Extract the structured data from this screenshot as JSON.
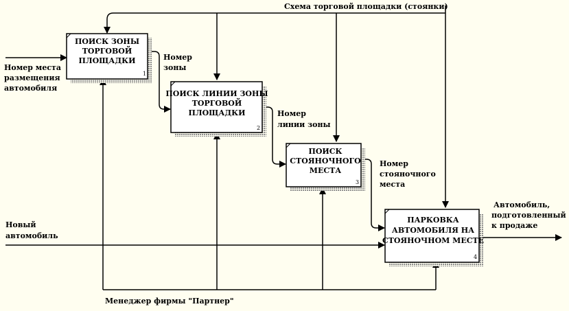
{
  "diagram": {
    "type": "IDEF0",
    "colors": {
      "background": "#fffef0",
      "box_fill": "#ffffff",
      "line": "#000000",
      "shadow": "#7a7a7a"
    },
    "boxes": [
      {
        "number": "1",
        "lines": [
          "ПОИСК ЗОНЫ",
          "ТОРГОВОЙ",
          "ПЛОЩАДКИ"
        ]
      },
      {
        "number": "2",
        "lines": [
          "ПОИСК ЛИНИИ ЗОНЫ",
          "ТОРГОВОЙ",
          "ПЛОЩАДКИ"
        ]
      },
      {
        "number": "3",
        "lines": [
          "ПОИСК",
          "СТОЯНОЧНОГО",
          "МЕСТА"
        ]
      },
      {
        "number": "4",
        "lines": [
          "ПАРКОВКА",
          "АВТОМОБИЛЯ НА",
          "СТОЯНОЧНОМ МЕСТЕ"
        ]
      }
    ],
    "arrow_labels": {
      "control": [
        "Схема торговой площадки (стоянки)"
      ],
      "input_place": [
        "Номер места",
        "размещения",
        "автомобиля"
      ],
      "input_car": [
        "Новый",
        "автомобиль"
      ],
      "zone_number": [
        "Номер",
        "зоны"
      ],
      "line_number": [
        "Номер",
        "линии зоны"
      ],
      "place_number": [
        "Номер",
        "стояночного",
        "места"
      ],
      "output": [
        "Автомобиль,",
        "подготовленный",
        "к продаже"
      ],
      "mechanism": [
        "Менеджер фирмы \"Партнер\""
      ]
    }
  }
}
